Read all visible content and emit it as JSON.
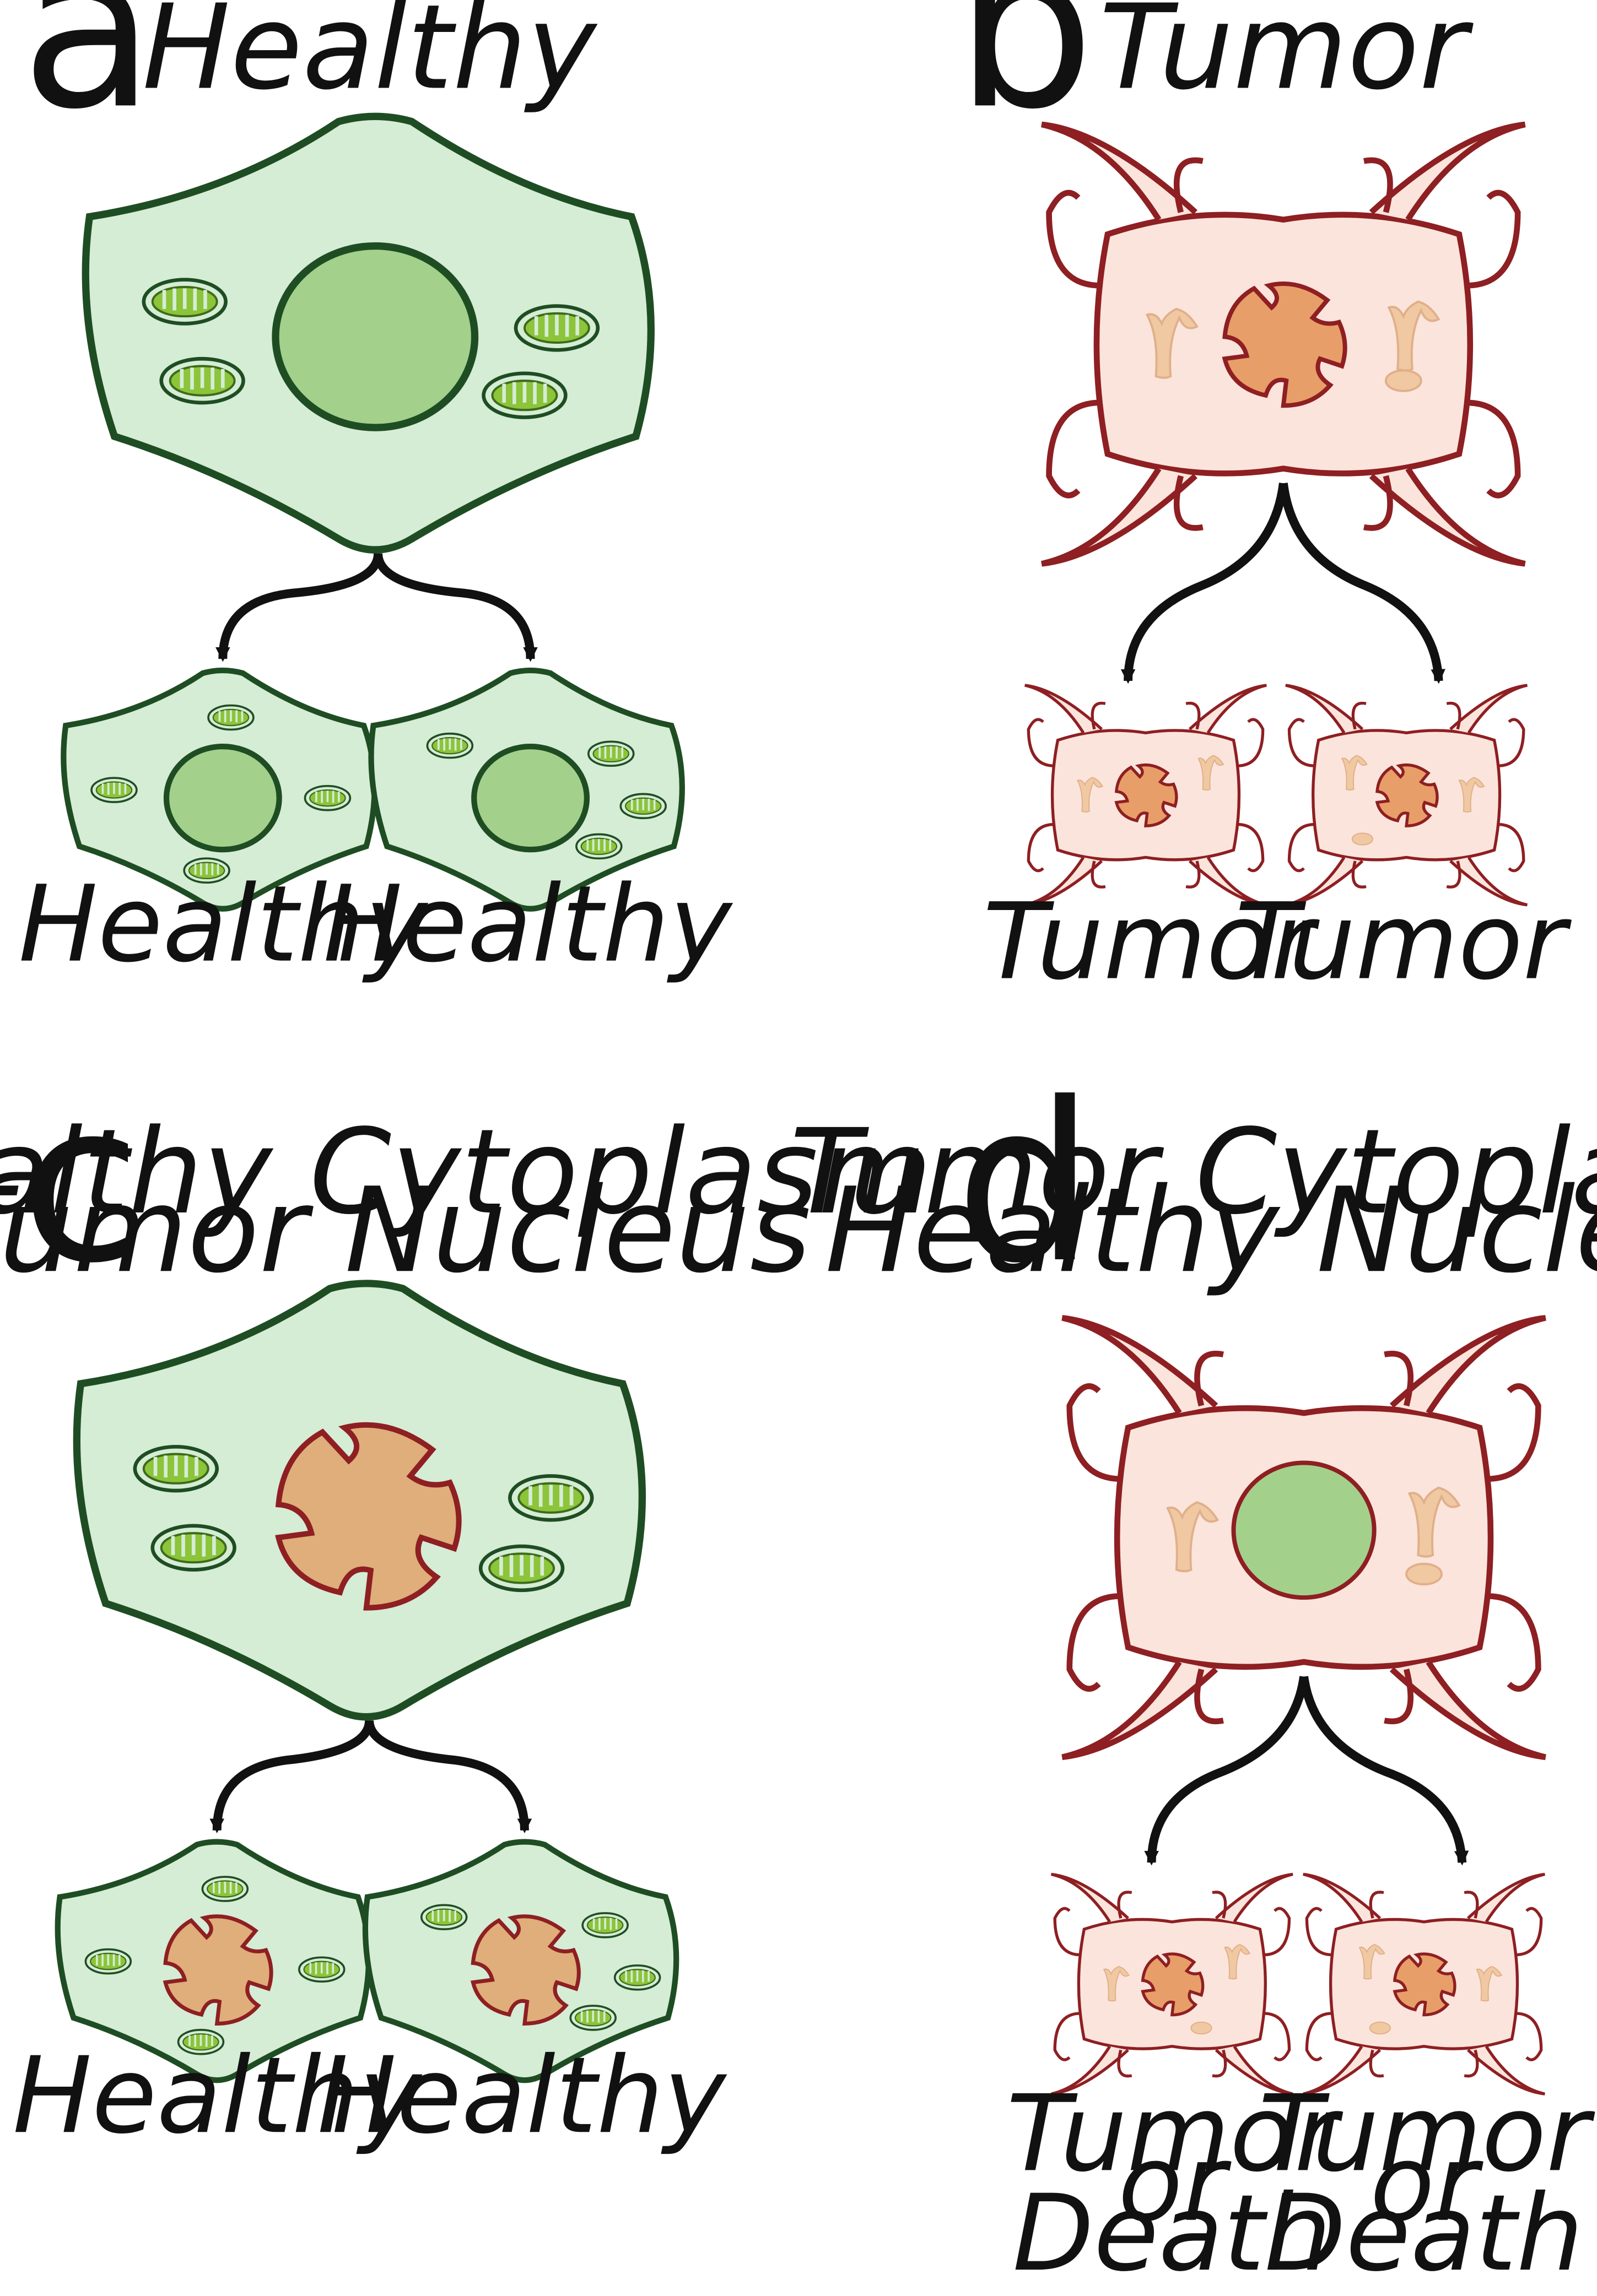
{
  "panels": {
    "a": {
      "letter": "a",
      "title": "Healthy",
      "daughter_labels": [
        "Healthy",
        "Healthy"
      ]
    },
    "b": {
      "letter": "b",
      "title": "Tumor",
      "daughter_labels": [
        "Tumor",
        "Tumor"
      ]
    },
    "c": {
      "letter": "c",
      "title_line1": "Healthy Cytoplasm",
      "title_line2": "Tumor Nucleus",
      "daughter_labels": [
        "Healthy",
        "Healthy"
      ]
    },
    "d": {
      "letter": "d",
      "title_line1": "Tumor Cytoplasm",
      "title_line2": "Healthy Nucleus",
      "daughter_label_lines": [
        [
          "Tumor",
          "or",
          "Death"
        ],
        [
          "Tumor",
          "or",
          "Death"
        ]
      ]
    }
  },
  "colors": {
    "healthy_fill": "#d5ecd5",
    "healthy_stroke": "#1f4d23",
    "healthy_nucleus": "#a3d18c",
    "mito_fill": "#8cc43a",
    "tumor_fill": "#fbe4dc",
    "tumor_stroke": "#8e1f22",
    "tumor_nucleus": "#e89e68",
    "tumor_organelle": "#f0c9a2"
  }
}
